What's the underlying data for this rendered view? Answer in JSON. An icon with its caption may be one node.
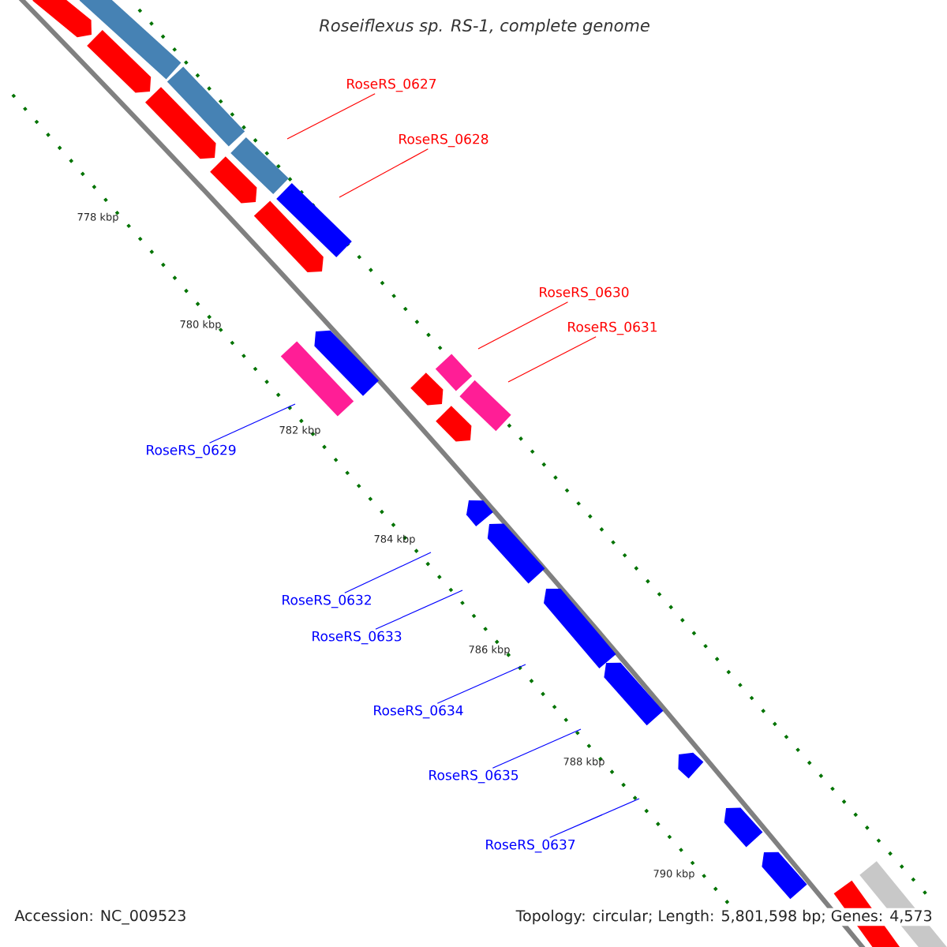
{
  "diagram": {
    "title": "Roseiflexus sp. RS-1, complete genome",
    "nodes": [
      {
        "text": [
          "RoseRS_0627"
        ]
      },
      {
        "text": [
          "RoseRS_0628"
        ]
      },
      {
        "text": [
          "RoseRS_0630"
        ]
      },
      {
        "text": [
          "RoseRS_0631"
        ]
      },
      {
        "text": [
          "RoseRS_0629"
        ]
      },
      {
        "text": [
          "RoseRS_0632"
        ]
      },
      {
        "text": [
          "RoseRS_0633"
        ]
      },
      {
        "text": [
          "RoseRS_0634"
        ]
      },
      {
        "text": [
          "RoseRS_0635"
        ]
      },
      {
        "text": [
          "RoseRS_0637"
        ]
      }
    ],
    "edges": [
      {
        "from": 0,
        "to": null,
        "arrow": "none",
        "color": "#ff0000"
      },
      {
        "from": 1,
        "to": null,
        "arrow": "none",
        "color": "#ff0000"
      },
      {
        "from": 2,
        "to": null,
        "arrow": "none",
        "color": "#ff0000"
      },
      {
        "from": 3,
        "to": null,
        "arrow": "none",
        "color": "#ff0000"
      },
      {
        "from": 4,
        "to": null,
        "arrow": "none"
      },
      {
        "from": 5,
        "to": null,
        "arrow": "none"
      },
      {
        "from": 6,
        "to": null,
        "arrow": "none"
      },
      {
        "from": 7,
        "to": null,
        "arrow": "none"
      },
      {
        "from": 8,
        "to": null,
        "arrow": "none"
      },
      {
        "from": 9,
        "to": null,
        "arrow": "none"
      }
    ],
    "labels": [
      "778 kbp",
      "780 kbp",
      "782 kbp",
      "784 kbp",
      "786 kbp",
      "788 kbp",
      "790 kbp",
      "Accession: NC_009523",
      "Topology: circular; Length: 5,801,598 bp; Genes: 4,573"
    ]
  }
}
